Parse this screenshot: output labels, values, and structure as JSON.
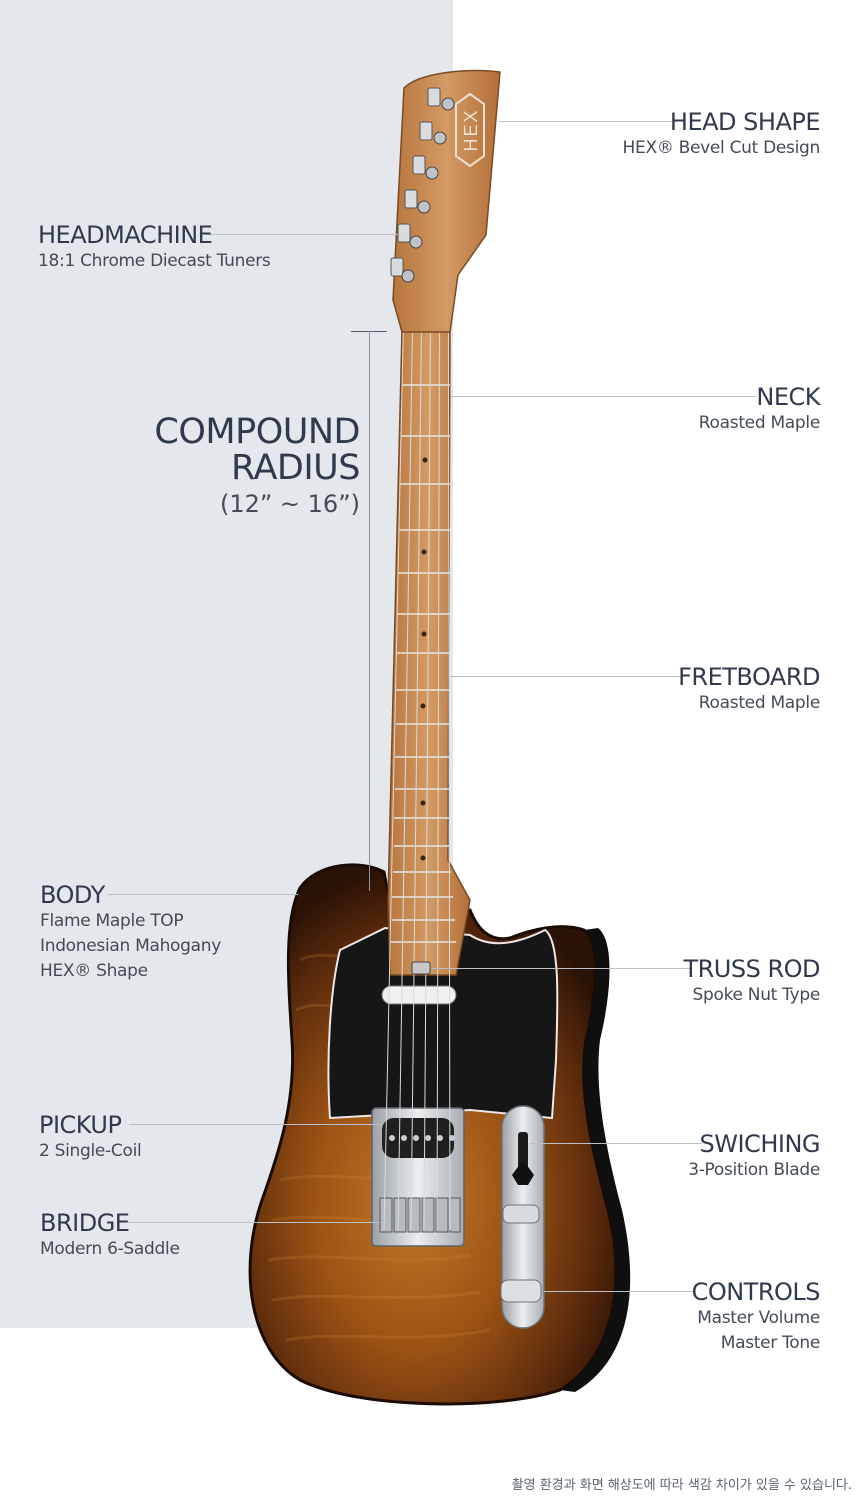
{
  "compound": {
    "line1": "COMPOUND",
    "line2": "RADIUS",
    "range": "(12” ~ 16”)"
  },
  "features": {
    "head_shape": {
      "title": "HEAD SHAPE",
      "desc": [
        "HEX® Bevel Cut Design"
      ]
    },
    "headmachine": {
      "title": "HEADMACHINE",
      "desc": [
        "18:1 Chrome Diecast Tuners"
      ]
    },
    "neck": {
      "title": "NECK",
      "desc": [
        "Roasted Maple"
      ]
    },
    "fretboard": {
      "title": "FRETBOARD",
      "desc": [
        "Roasted Maple"
      ]
    },
    "body": {
      "title": "BODY",
      "desc": [
        "Flame Maple TOP",
        "Indonesian Mahogany",
        "HEX® Shape"
      ]
    },
    "truss_rod": {
      "title": "TRUSS ROD",
      "desc": [
        "Spoke Nut Type"
      ]
    },
    "pickup": {
      "title": "PICKUP",
      "desc": [
        "2 Single-Coil"
      ]
    },
    "swiching": {
      "title": "SWICHING",
      "desc": [
        "3-Position Blade"
      ]
    },
    "bridge": {
      "title": "BRIDGE",
      "desc": [
        "Modern 6-Saddle"
      ]
    },
    "controls": {
      "title": "CONTROLS",
      "desc": [
        "Master Volume",
        "Master Tone"
      ]
    }
  },
  "headstock_logo": "HEX",
  "footnote": "촬영 환경과 화면 해상도에 따라 색감 차이가 있을 수 있습니다.",
  "colors": {
    "panel": "#e4e8ec",
    "text": "#2f3a4d",
    "leader": "#b9c0c8",
    "maple": "#c98a52",
    "sunburst_center": "#b8701f",
    "sunburst_edge": "#3a1a08",
    "pickguard": "#151515",
    "chrome": "#c9ccd0"
  }
}
